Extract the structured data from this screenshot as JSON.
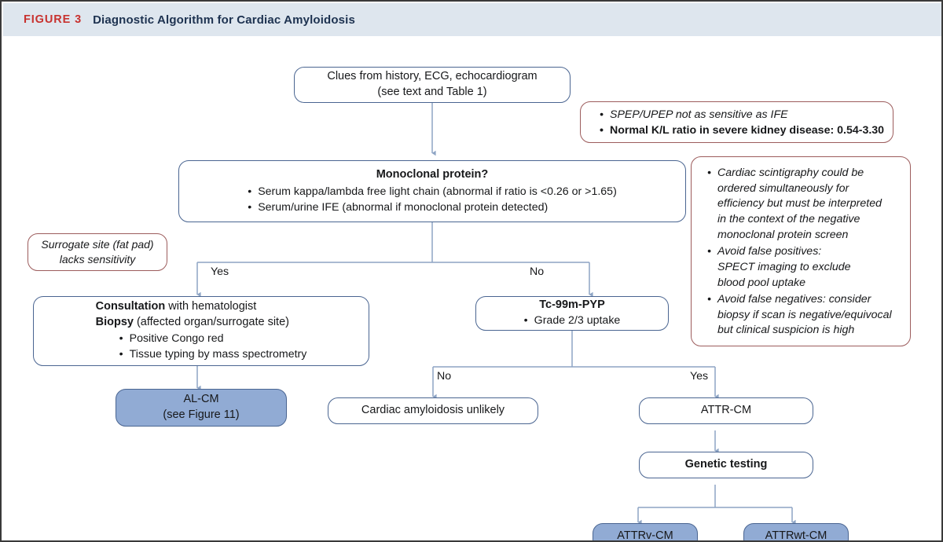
{
  "header": {
    "figure_number": "FIGURE 3",
    "title": "Diagnostic Algorithm for Cardiac Amyloidosis",
    "number_color": "#c8322f",
    "title_color": "#1d3250",
    "background": "#dee6ee"
  },
  "palette": {
    "flow_border": "#4a6591",
    "note_border": "#9c5c5c",
    "node_fill_blue": "#91abd4",
    "connector": "#8da4c4",
    "outer_border": "#3a3a3a"
  },
  "nodes": {
    "clues": {
      "line1": "Clues from history, ECG, echocardiogram",
      "line2": "(see text and Table 1)"
    },
    "monoclonal": {
      "title": "Monoclonal protein?",
      "bullets": [
        "Serum kappa/lambda free light chain (abnormal if ratio is <0.26 or >1.65)",
        "Serum/urine IFE (abnormal if monoclonal protein detected)"
      ]
    },
    "consultation": {
      "bold1": "Consultation",
      "rest1": " with hematologist",
      "bold2": "Biopsy",
      "rest2": " (affected organ/surrogate site)",
      "bullets": [
        "Positive Congo red",
        "Tissue typing by mass spectrometry"
      ]
    },
    "pyp": {
      "title": "Tc-99m-PYP",
      "bullets": [
        "Grade 2/3 uptake"
      ]
    },
    "al_cm": {
      "line1": "AL-CM",
      "line2": "(see Figure 11)"
    },
    "unlikely": {
      "label": "Cardiac amyloidosis unlikely"
    },
    "attr_cm": {
      "label": "ATTR-CM"
    },
    "genetic": {
      "label": "Genetic testing"
    },
    "attrv": {
      "label": "ATTRv-CM"
    },
    "attrwt": {
      "label": "ATTRwt-CM"
    }
  },
  "notes": {
    "spep": {
      "bullets": [
        "SPEP/UPEP not as sensitive as IFE",
        "Normal K/L ratio in severe kidney disease: 0.54-3.30"
      ]
    },
    "surrogate": {
      "line1": "Surrogate site (fat pad)",
      "line2": "lacks sensitivity"
    },
    "scintigraphy": {
      "bullets": [
        "Cardiac scintigraphy could be\nordered simultaneously for\nefficiency but must be interpreted\nin the context of the negative\nmonoclonal protein screen",
        "Avoid false positives:\nSPECT imaging to exclude\nblood pool uptake",
        "Avoid false negatives: consider\nbiopsy if scan is negative/equivocal\nbut clinical suspicion is high"
      ]
    }
  },
  "edge_labels": {
    "mono_yes": "Yes",
    "mono_no": "No",
    "pyp_no": "No",
    "pyp_yes": "Yes"
  }
}
